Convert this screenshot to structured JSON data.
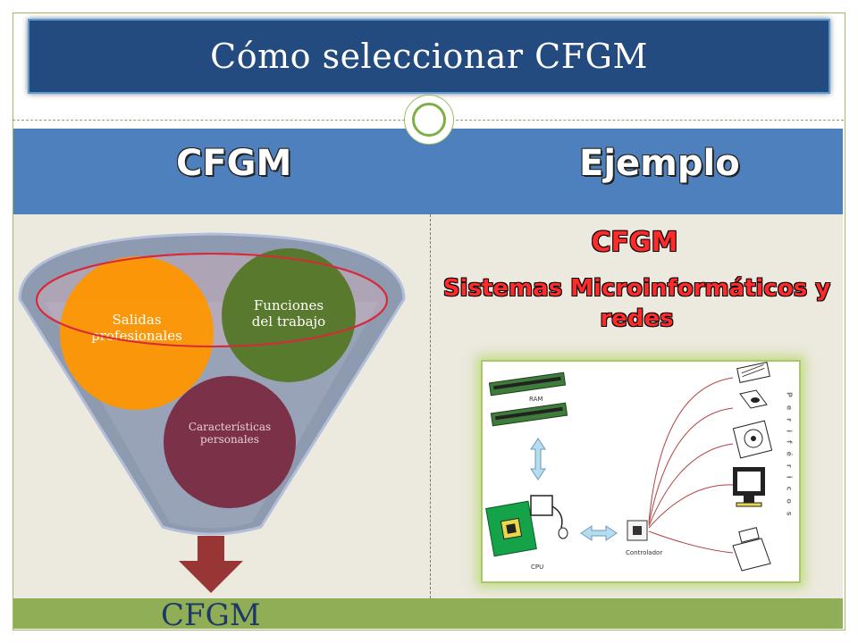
{
  "title": "Cómo seleccionar CFGM",
  "columns": {
    "left": "CFGM",
    "right": "Ejemplo"
  },
  "funnel": {
    "salidas": "Salidas profesionales",
    "funciones": "Funciones del trabajo",
    "caracteristicas": "Características personales",
    "result": "CFGM"
  },
  "example": {
    "label": "CFGM",
    "title": "Sistemas Microinformáticos y redes"
  },
  "diagram": {
    "ram": "RAM",
    "cpu": "CPU",
    "controller": "Controlador",
    "peripherals": "Periféricos"
  },
  "colors": {
    "title_bg": "#234b80",
    "header_bg": "#4d80bd",
    "body_bg": "#ece9df",
    "footer_bg": "#8fae55",
    "orange": "#ff9600",
    "green": "#557828",
    "maroon": "#7b3148",
    "red_text": "#ff2a2a"
  }
}
